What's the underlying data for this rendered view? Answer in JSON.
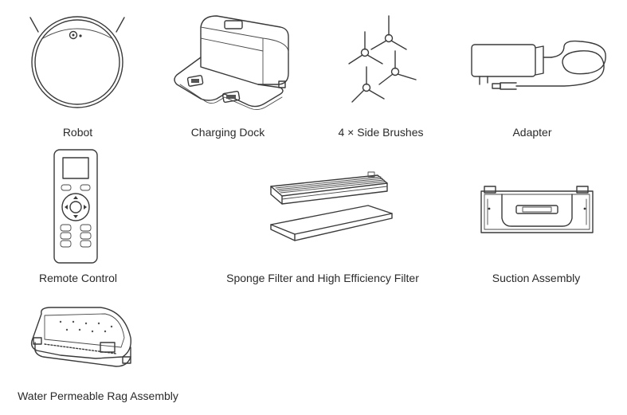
{
  "items": [
    {
      "id": "robot",
      "label": "Robot"
    },
    {
      "id": "charging-dock",
      "label": "Charging Dock"
    },
    {
      "id": "side-brushes",
      "label": "4 × Side Brushes"
    },
    {
      "id": "adapter",
      "label": "Adapter"
    },
    {
      "id": "remote-control",
      "label": "Remote Control"
    },
    {
      "id": "filters",
      "label": "Sponge Filter and High Efficiency Filter"
    },
    {
      "id": "suction-assembly",
      "label": "Suction Assembly"
    },
    {
      "id": "rag-assembly",
      "label": "Water Permeable Rag Assembly"
    }
  ]
}
